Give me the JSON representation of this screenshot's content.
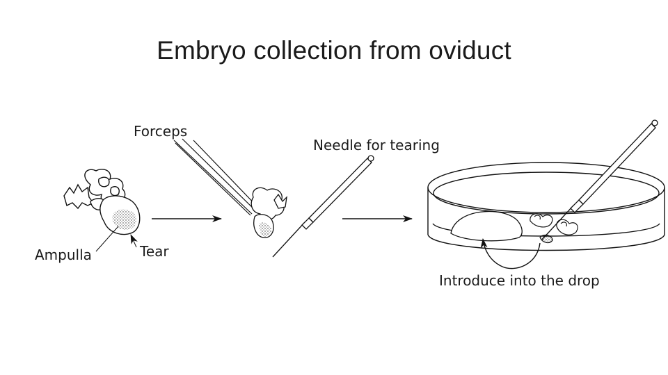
{
  "title": "Embryo collection from oviduct",
  "labels": {
    "forceps": "Forceps",
    "needle": "Needle for tearing",
    "ampulla": "Ampulla",
    "tear": "Tear",
    "introduce": "Introduce into the drop"
  }
}
